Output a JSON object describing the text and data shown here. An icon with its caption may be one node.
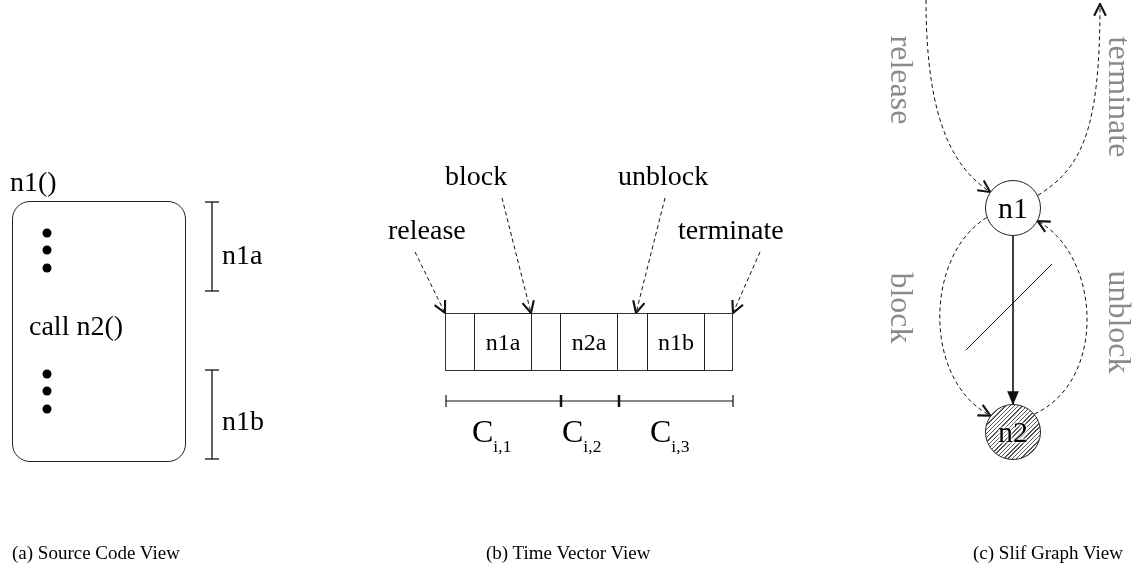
{
  "diagram": {
    "nodes": [
      {
        "text": [
          "n1()",
          "call n2()"
        ]
      },
      {
        "text": [],
        "shape": "bar"
      },
      {
        "text": [
          "n1a"
        ],
        "in": 1
      },
      {
        "text": [
          "n2a"
        ],
        "in": 1
      },
      {
        "text": [
          "n1b"
        ],
        "in": 1
      },
      {
        "text": [
          "release"
        ]
      },
      {
        "text": [
          "block"
        ]
      },
      {
        "text": [
          "unblock"
        ]
      },
      {
        "text": [
          "terminate"
        ]
      },
      {
        "text": [
          "n1"
        ]
      },
      {
        "text": [
          "n2"
        ]
      }
    ],
    "edges": [
      {
        "from": 5,
        "to": 1,
        "arrow": "to",
        "style": "dashed"
      },
      {
        "from": 6,
        "to": 1,
        "arrow": "to",
        "style": "dashed"
      },
      {
        "from": 7,
        "to": 1,
        "arrow": "to",
        "style": "dashed"
      },
      {
        "from": 8,
        "to": 1,
        "arrow": "to",
        "style": "dashed"
      },
      {
        "from": null,
        "to": 9,
        "arrow": "to",
        "label": "release",
        "style": "dashed"
      },
      {
        "from": 9,
        "to": null,
        "arrow": "to",
        "label": "terminate",
        "style": "dashed"
      },
      {
        "from": 9,
        "to": 10,
        "arrow": "to",
        "label": "block",
        "style": "dashed"
      },
      {
        "from": 10,
        "to": 9,
        "arrow": "to",
        "label": "unblock",
        "style": "dashed"
      },
      {
        "from": 9,
        "to": 10,
        "arrow": "to"
      }
    ],
    "labels": [
      "n1a",
      "n1b",
      "C$_{i,1}$",
      "C$_{i,2}$",
      "C$_{i,3}$",
      "(a) Source Code View",
      "(b) Time Vector View",
      "(c) Slif Graph View"
    ]
  }
}
